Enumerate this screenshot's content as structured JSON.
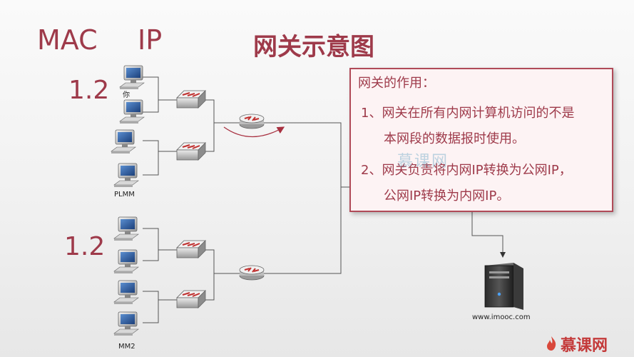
{
  "header": {
    "mac_label": "MAC",
    "ip_label": "IP",
    "title": "网关示意图"
  },
  "numbers": {
    "group1": "1.2",
    "group2": "1.2"
  },
  "labels": {
    "you": "你",
    "plmm": "PLMM",
    "mm2": "MM2",
    "server": "www.imooc.com"
  },
  "infobox": {
    "title": "网关的作用：",
    "item1": "1、网关在所有内网计算机访问的不是",
    "item1_cont": "本网段的数据报时使用。",
    "item2": "2、网关负责将内网IP转换为公网IP，",
    "item2_cont": "公网IP转换为内网IP。"
  },
  "watermark": "慕课网",
  "logo": "慕课网",
  "colors": {
    "accent": "#9e3a4a",
    "box_border": "#b04a58",
    "box_bg": "#fdf3f4"
  }
}
